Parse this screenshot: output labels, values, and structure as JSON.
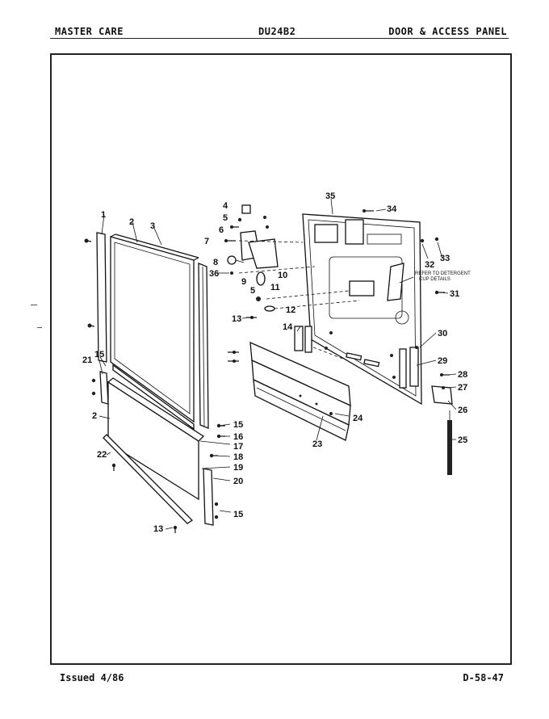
{
  "header": {
    "left": "MASTER CARE",
    "center": "DU24B2",
    "right": "DOOR & ACCESS PANEL"
  },
  "footer": {
    "issued": "Issued 4/86",
    "code": "D-58-47"
  },
  "diagram": {
    "note_lines": [
      "REFER TO DETERGENT",
      "CUP DETAILS"
    ],
    "callouts": [
      "1",
      "2",
      "3",
      "4",
      "5",
      "6",
      "7",
      "8",
      "36",
      "9",
      "10",
      "5",
      "11",
      "12",
      "13",
      "14",
      "21",
      "15",
      "2",
      "22",
      "13",
      "15",
      "16",
      "17",
      "18",
      "19",
      "20",
      "15",
      "23",
      "24",
      "35",
      "34",
      "32",
      "33",
      "31",
      "30",
      "29",
      "28",
      "27",
      "26",
      "25"
    ]
  }
}
